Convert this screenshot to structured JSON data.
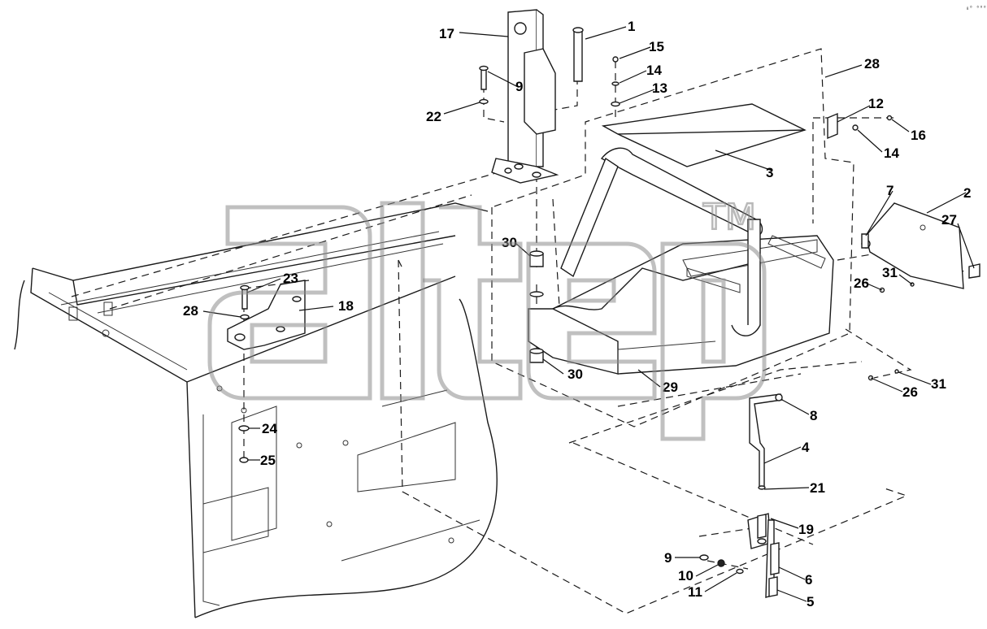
{
  "diagram": {
    "labels": [
      "17",
      "1",
      "15",
      "14",
      "13",
      "28",
      "12",
      "16",
      "14",
      "9",
      "22",
      "3",
      "2",
      "7",
      "27",
      "30",
      "31",
      "26",
      "23",
      "28",
      "18",
      "30",
      "29",
      "26",
      "31",
      "8",
      "4",
      "24",
      "25",
      "21",
      "19",
      "9",
      "10",
      "6",
      "11",
      "5"
    ],
    "watermark": {
      "logo": "altep",
      "trademark": "TM"
    },
    "corner_mark": "₈⁰ ⁰⁰⁰"
  }
}
